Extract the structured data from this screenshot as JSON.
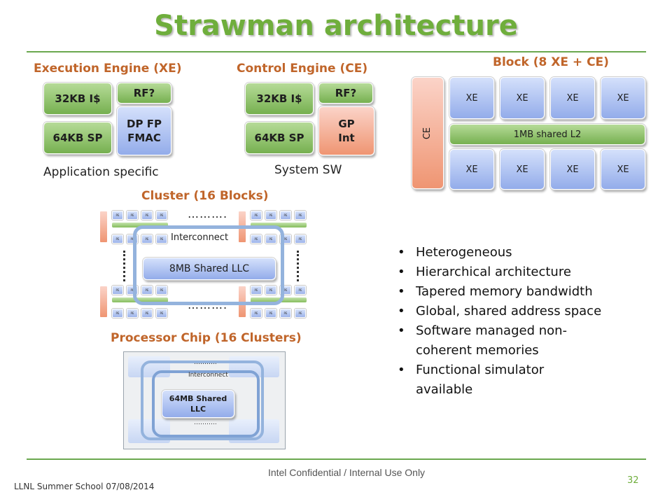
{
  "title": "Strawman architecture",
  "xe": {
    "heading": "Execution Engine (XE)",
    "icache": "32KB I$",
    "rf": "RF?",
    "sp": "64KB SP",
    "fpu_line1": "DP FP",
    "fpu_line2": "FMAC",
    "caption": "Application specific"
  },
  "ce": {
    "heading": "Control Engine (CE)",
    "icache": "32KB I$",
    "rf": "RF?",
    "sp": "64KB SP",
    "int_line1": "GP",
    "int_line2": "Int",
    "caption": "System SW"
  },
  "block": {
    "heading": "Block (8 XE + CE)",
    "ce_label": "CE",
    "xe_label": "XE",
    "l2_label": "1MB shared L2"
  },
  "cluster": {
    "heading": "Cluster (16 Blocks)",
    "interconnect": "Interconnect",
    "llc": "8MB Shared LLC",
    "dots": "……….",
    "mini_label": "PE"
  },
  "chip": {
    "heading": "Processor Chip (16 Clusters)",
    "interconnect": "Interconnect",
    "llc_line1": "64MB Shared",
    "llc_line2": "LLC",
    "dots": "……….."
  },
  "bullets": [
    "Heterogeneous",
    "Hierarchical architecture",
    "Tapered memory bandwidth",
    "Global, shared address space",
    "Software managed non-coherent memories",
    "Functional simulator available"
  ],
  "footer": {
    "left": "LLNL Summer School 07/08/2014",
    "center": "Intel Confidential / Internal Use Only",
    "page": "32"
  },
  "colors": {
    "title": "#6fae3c",
    "heading": "#c0652a",
    "rule": "#6aa84f",
    "green_box": "#8dc163",
    "blue_box": "#a9bdf0",
    "orange_box": "#f2a283"
  }
}
